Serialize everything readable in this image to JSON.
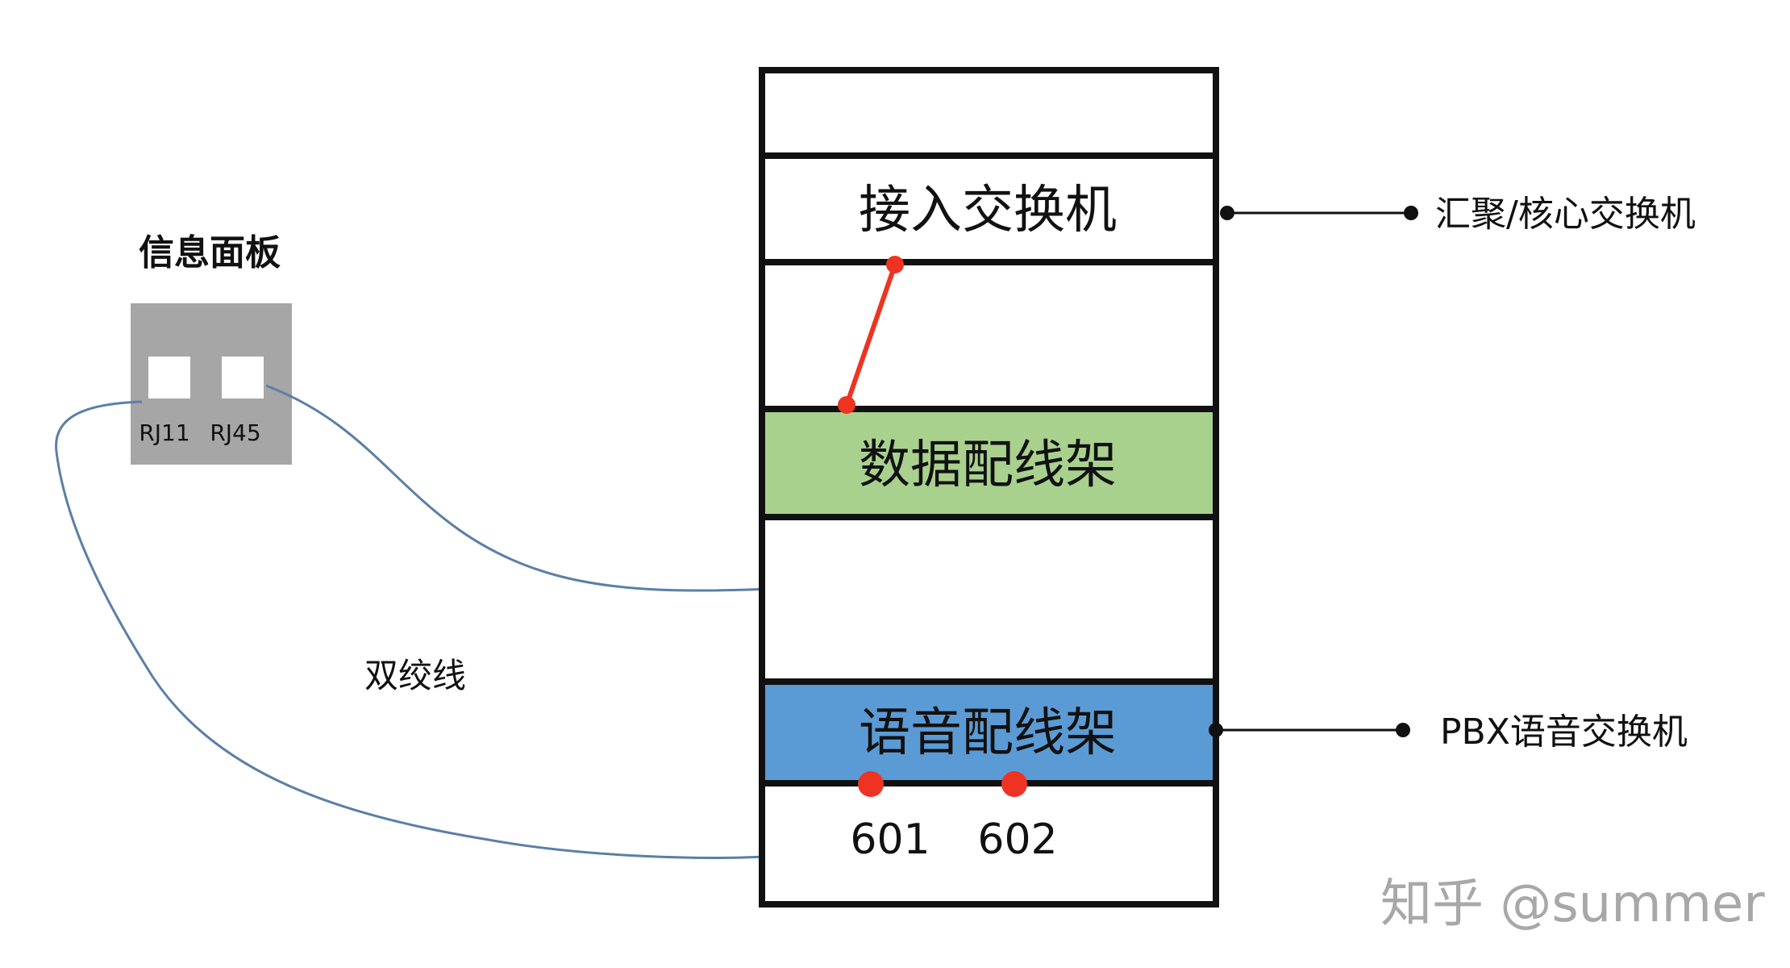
{
  "info_panel": {
    "title": "信息面板",
    "ports": [
      {
        "label": "RJ11"
      },
      {
        "label": "RJ45"
      }
    ]
  },
  "cable_label": "双绞线",
  "rack": {
    "units": [
      {
        "label": "",
        "fill": "#ffffff"
      },
      {
        "label": "接入交换机",
        "fill": "#ffffff"
      },
      {
        "label": "",
        "fill": "#ffffff"
      },
      {
        "label": "数据配线架",
        "fill": "#a9d18e"
      },
      {
        "label": "",
        "fill": "#ffffff"
      },
      {
        "label": "语音配线架",
        "fill": "#5b9bd5"
      },
      {
        "label": "",
        "fill": "#ffffff"
      }
    ],
    "voice_ports": [
      "601",
      "602"
    ]
  },
  "connections": {
    "access_switch_uplink": "汇聚/核心交换机",
    "voice_panel_uplink": "PBX语音交换机"
  },
  "watermark": "知乎 @summer",
  "colors": {
    "panel_gray": "#a6a6a6",
    "data_panel": "#a9d18e",
    "voice_panel": "#5b9bd5",
    "patch_red": "#ee3322",
    "cable_blue": "#5b7fa6"
  }
}
